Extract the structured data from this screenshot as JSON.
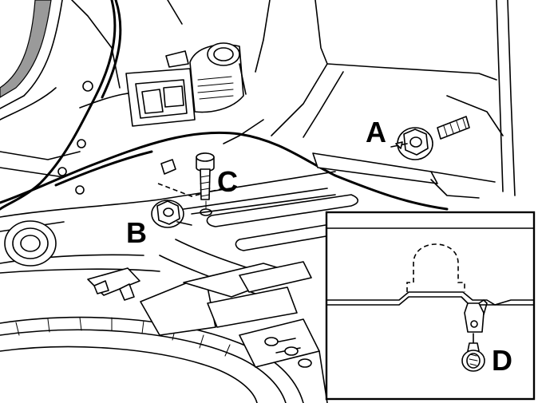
{
  "callouts": {
    "a": "A",
    "b": "B",
    "c": "C",
    "d": "D"
  },
  "colors": {
    "ink": "#000000",
    "paper": "#ffffff",
    "shade": "#9a9a9a"
  },
  "icons": {
    "flange_nut": "flange-nut-icon",
    "bolt": "bolt-icon",
    "clip": "clip-icon"
  }
}
